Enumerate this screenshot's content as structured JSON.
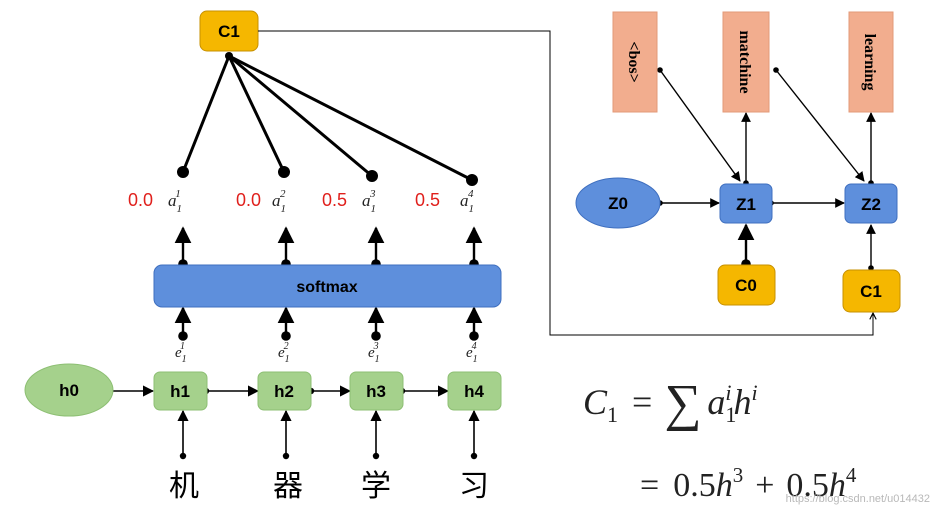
{
  "colors": {
    "green": "#a5d18c",
    "green_stroke": "#8dbf73",
    "blue": "#5e8fdc",
    "blue_stroke": "#3f6fbf",
    "orange": "#f5b700",
    "orange_stroke": "#c79000",
    "salmon": "#f2ad8e",
    "weight_red": "#e0201c"
  },
  "encoder": {
    "initial": "h0",
    "hidden": [
      "h1",
      "h2",
      "h3",
      "h4"
    ],
    "inputs": [
      "机",
      "器",
      "学",
      "习"
    ],
    "scores": [
      {
        "base": "e",
        "sub": "1",
        "sup": "1"
      },
      {
        "base": "e",
        "sub": "1",
        "sup": "2"
      },
      {
        "base": "e",
        "sub": "1",
        "sup": "3"
      },
      {
        "base": "e",
        "sub": "1",
        "sup": "4"
      }
    ],
    "softmax_label": "softmax",
    "attention": [
      {
        "base": "a",
        "sub": "1",
        "sup": "1"
      },
      {
        "base": "a",
        "sub": "1",
        "sup": "2"
      },
      {
        "base": "a",
        "sub": "1",
        "sup": "3"
      },
      {
        "base": "a",
        "sub": "1",
        "sup": "4"
      }
    ],
    "weights": [
      "0.0",
      "0.0",
      "0.5",
      "0.5"
    ],
    "context": "C1"
  },
  "decoder": {
    "initial": "Z0",
    "states": [
      "Z1",
      "Z2"
    ],
    "contexts": [
      "C0",
      "C1"
    ],
    "outputs": [
      "<bos>",
      "matchine",
      "learning"
    ]
  },
  "formula": {
    "line1": {
      "lhs": "C",
      "lhs_sub": "1",
      "eq": "=",
      "sum": "∑",
      "a": "a",
      "a_sub": "1",
      "a_sup": "i",
      "h": "h",
      "h_sup": "i"
    },
    "line2": {
      "eq": "=",
      "c1": "0.5",
      "h1": "h",
      "h1_sup": "3",
      "plus": "+",
      "c2": "0.5",
      "h2": "h",
      "h2_sup": "4"
    }
  },
  "watermark": "https://blog.csdn.net/u014432"
}
